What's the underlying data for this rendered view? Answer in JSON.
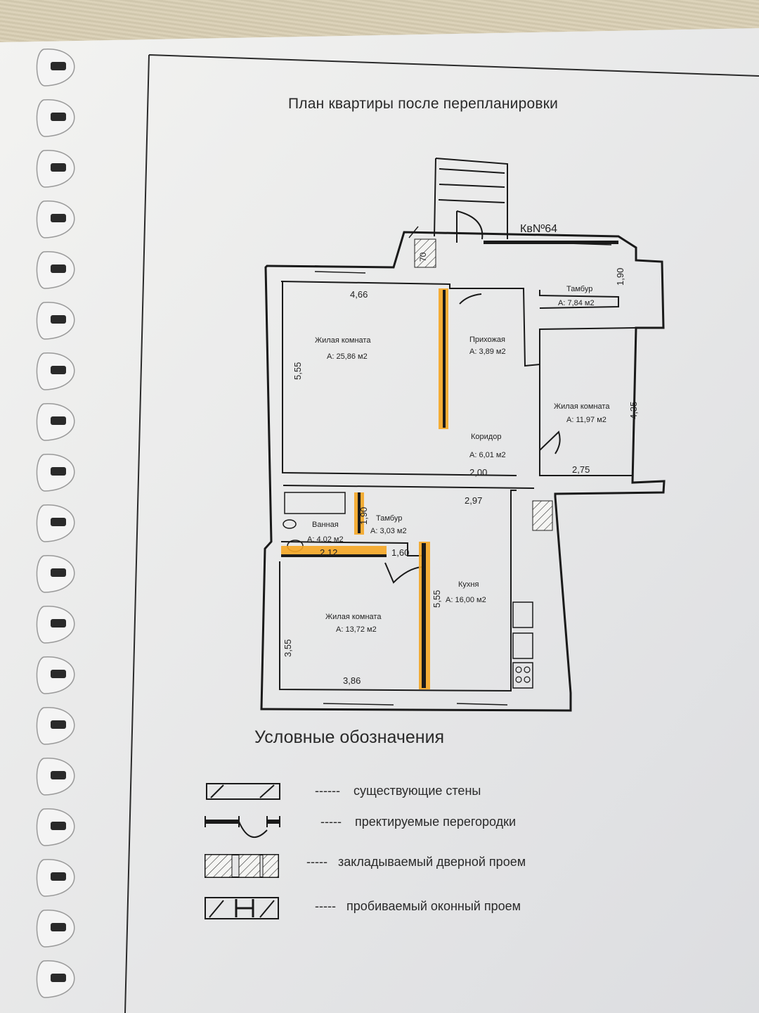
{
  "plan": {
    "title": "План квартиры после перепланировки",
    "apartment_label": "КвNº64",
    "rooms": [
      {
        "id": "living1",
        "name": "Жилая комната",
        "area": "А: 25,86 м2"
      },
      {
        "id": "hall",
        "name": "Прихожая",
        "area": "А: 3,89 м2"
      },
      {
        "id": "vestibule1",
        "name": "Тамбур",
        "area": "А: 7,84 м2"
      },
      {
        "id": "living2",
        "name": "Жилая комната",
        "area": "А: 11,97 м2"
      },
      {
        "id": "corridor",
        "name": "Коридор",
        "area": "А: 6,01 м2"
      },
      {
        "id": "bath",
        "name": "Ванная",
        "area": "А: 4,02 м2"
      },
      {
        "id": "vestibule2",
        "name": "Тамбур",
        "area": "А: 3,03 м2"
      },
      {
        "id": "kitchen",
        "name": "Кухня",
        "area": "А: 16,00 м2"
      },
      {
        "id": "living3",
        "name": "Жилая комната",
        "area": "А: 13,72 м2"
      }
    ],
    "dimensions": {
      "d466": "4,66",
      "d555a": "5,55",
      "d70": "70",
      "d190a": "1,90",
      "d435": "4,35",
      "d200": "2,00",
      "d275": "2,75",
      "d297": "2,97",
      "d190b": "1,90",
      "d212": "2,12",
      "d160": "1,60",
      "d555b": "5,55",
      "d555c": "3,55",
      "d386": "3,86"
    }
  },
  "legend": {
    "title": "Условные обозначения",
    "items": [
      {
        "dash": "------",
        "label": "существующие стены"
      },
      {
        "dash": "-----",
        "label": "пректируемые перегородки"
      },
      {
        "dash": "-----",
        "label": "закладываемый дверной проем"
      },
      {
        "dash": "-----",
        "label": "пробиваемый оконный проем"
      }
    ]
  },
  "colors": {
    "highlight": "#f5a623",
    "wall": "#1a1a1a",
    "paper": "#f2f2f0"
  }
}
